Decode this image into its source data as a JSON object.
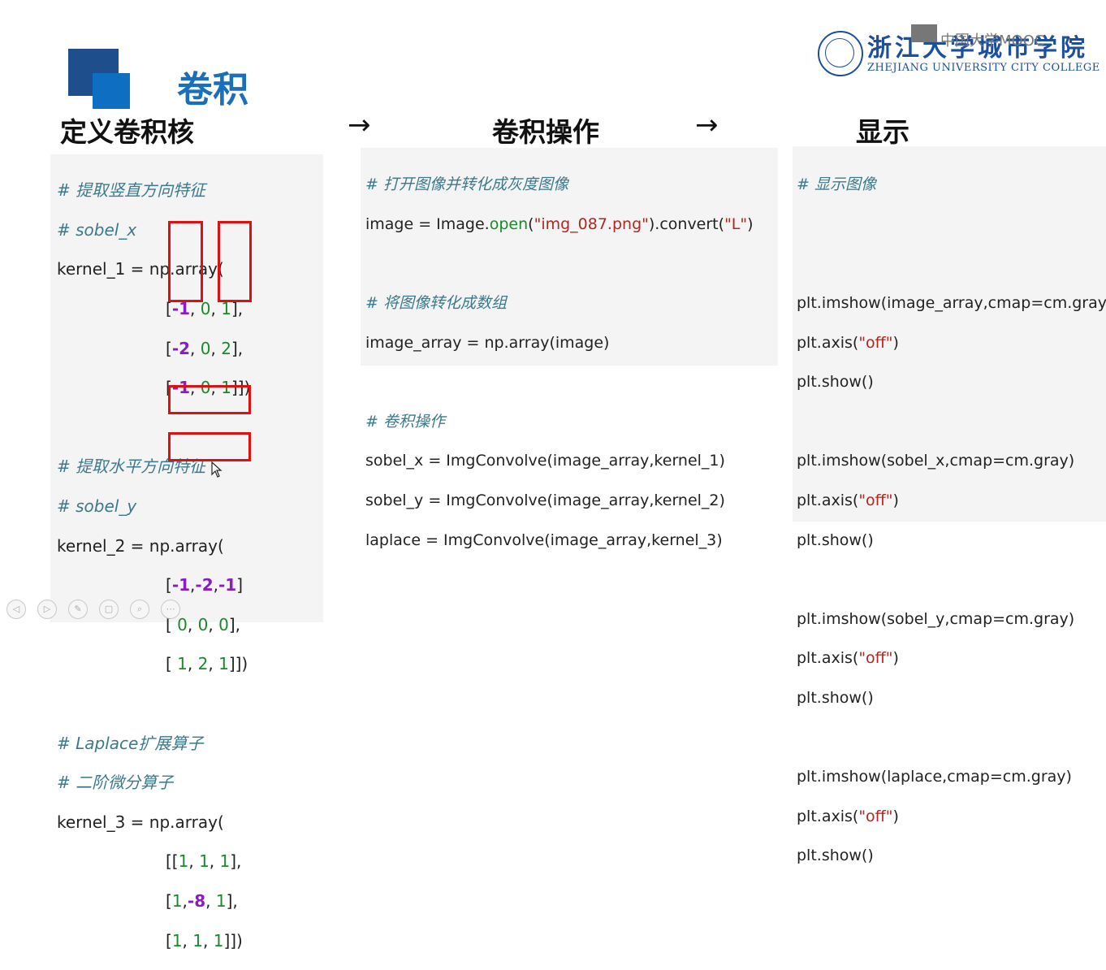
{
  "slide": {
    "title": "卷积",
    "headings": [
      "定义卷积核",
      "卷积操作",
      "显示"
    ],
    "arrow": "→"
  },
  "watermark": {
    "logo_cn": "浙江大学城市学院",
    "logo_en": "ZHEJIANG UNIVERSITY CITY COLLEGE",
    "mooc": "中国大学MOOC"
  },
  "panel_left": {
    "c1": "# 提取竖直方向特征",
    "c2": "# sobel_x",
    "k1": "kernel_1 = np.array(",
    "k1r1": [
      "[",
      "-1",
      ", ",
      "0",
      ", ",
      "1",
      "],"
    ],
    "k1r2": [
      "[",
      "-2",
      ", ",
      "0",
      ", ",
      "2",
      "],"
    ],
    "k1r3": [
      "[",
      "-1",
      ", ",
      "0",
      ", ",
      "1",
      "]])"
    ],
    "c3": "# 提取水平方向特征",
    "c4": "# sobel_y",
    "k2": "kernel_2 = np.array(",
    "k2r1": [
      "[",
      "-1",
      ",",
      "-2",
      ",",
      "-1",
      "]"
    ],
    "k2r2": [
      "[ ",
      "0",
      ", ",
      "0",
      ", ",
      "0",
      "],"
    ],
    "k2r3": [
      "[ ",
      "1",
      ", ",
      "2",
      ", ",
      "1",
      "]])"
    ],
    "c5": "# Laplace扩展算子",
    "c6": "# 二阶微分算子",
    "k3": "kernel_3 = np.array(",
    "k3r1": [
      "[[",
      "1",
      ", ",
      "1",
      ", ",
      "1",
      "],"
    ],
    "k3r2": [
      "[",
      "1",
      ",",
      "-8",
      ", ",
      "1",
      "],"
    ],
    "k3r3": [
      "[",
      "1",
      ", ",
      "1",
      ", ",
      "1",
      "]])"
    ]
  },
  "panel_mid": {
    "c1": "# 打开图像并转化成灰度图像",
    "l1a": "image = Image.",
    "l1b": "open",
    "l1c": "(",
    "l1d": "\"img_087.png\"",
    "l1e": ").convert(",
    "l1f": "\"L\"",
    "l1g": ")",
    "c2": "# 将图像转化成数组",
    "l2": "image_array = np.array(image)",
    "c3": "# 卷积操作",
    "l3": "sobel_x = ImgConvolve(image_array,kernel_1)",
    "l4": "sobel_y = ImgConvolve(image_array,kernel_2)",
    "l5": "laplace = ImgConvolve(image_array,kernel_3)"
  },
  "panel_right": {
    "c1": "# 显示图像",
    "s1": "plt.imshow(image_array,cmap=cm.gray)",
    "s2": "plt.imshow(sobel_x,cmap=cm.gray)",
    "s3": "plt.imshow(sobel_y,cmap=cm.gray)",
    "s4": "plt.imshow(laplace,cmap=cm.gray)",
    "axis_a": "plt.axis(",
    "axis_b": "\"off\"",
    "axis_c": ")",
    "show": "plt.show()"
  },
  "controls": [
    "◁",
    "▷",
    "✎",
    "▢",
    "⌕",
    "⋯"
  ]
}
